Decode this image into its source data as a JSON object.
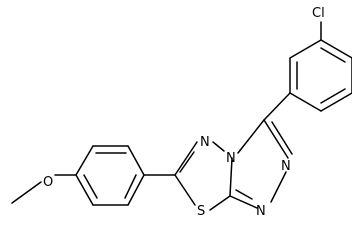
{
  "molecule": {
    "atoms": {
      "cl": "Cl",
      "o": "O",
      "s": "S",
      "n_bridge_top": "N",
      "n_bridge_center": "N",
      "n_right": "N",
      "n_bottom": "N"
    },
    "colors": {
      "ink": "#000000",
      "background": "#ffffff"
    }
  }
}
